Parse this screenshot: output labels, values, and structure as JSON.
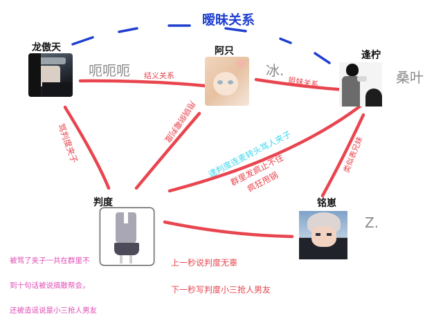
{
  "diagram": {
    "title": "暧昧关系",
    "colors": {
      "relation_line": "#e8454f",
      "ambiguous_line": "#1f3ed0",
      "cyan_note": "#43d6ee",
      "pink_note": "#e04cb5",
      "alias_text": "#8a8a8a"
    },
    "nodes": [
      {
        "id": "longaotian",
        "name": "龙傲天",
        "alias": "呃呃呃",
        "avatar": "dark-haired-ninja-avatar"
      },
      {
        "id": "azhi",
        "name": "阿只",
        "alias": "冰.",
        "avatar": "blonde-girl-avatar"
      },
      {
        "id": "fengning",
        "name": "逢柠",
        "alias": "桑叶",
        "avatar": "manga-boys-avatar"
      },
      {
        "id": "pandu",
        "name": "判度",
        "alias": "",
        "avatar": "schoolgirl-uniform-avatar"
      },
      {
        "id": "mingwei",
        "name": "铭崽",
        "alias": "Z.",
        "avatar": "silver-hair-boy-avatar"
      }
    ],
    "edges": [
      {
        "from": "龙傲天",
        "to": "阿只",
        "label": "结义关系"
      },
      {
        "from": "阿只",
        "to": "逢柠",
        "label": "姐妹关系"
      },
      {
        "from": "龙傲天",
        "to": "逢柠",
        "label": "暧昧关系",
        "style": "dashed-blue"
      },
      {
        "from": "龙傲天",
        "to": "判度",
        "label": "骂判度夹子"
      },
      {
        "from": "阿只",
        "to": "判度",
        "label": "甩锅倒霉判度"
      },
      {
        "from": "逢柠",
        "to": "判度",
        "label": "逮判度连麦转头骂人夹子",
        "label2_line1": "群里发疯止不住",
        "label2_line2": "疯狂甩锅"
      },
      {
        "from": "逢柠",
        "to": "铭崽",
        "label": "类似表兄妹"
      },
      {
        "from": "判度",
        "to": "铭崽",
        "label_line1": "上一秒说判度无辜",
        "label_line2": "下一秒写判度小三抢人男友"
      }
    ],
    "notes": {
      "pandu_note_line1": "被骂了夹子一共在群里不",
      "pandu_note_line2": "到十句话被说搞散帮会，",
      "pandu_note_line3": "还被造谣说是小三抢人男友"
    }
  }
}
